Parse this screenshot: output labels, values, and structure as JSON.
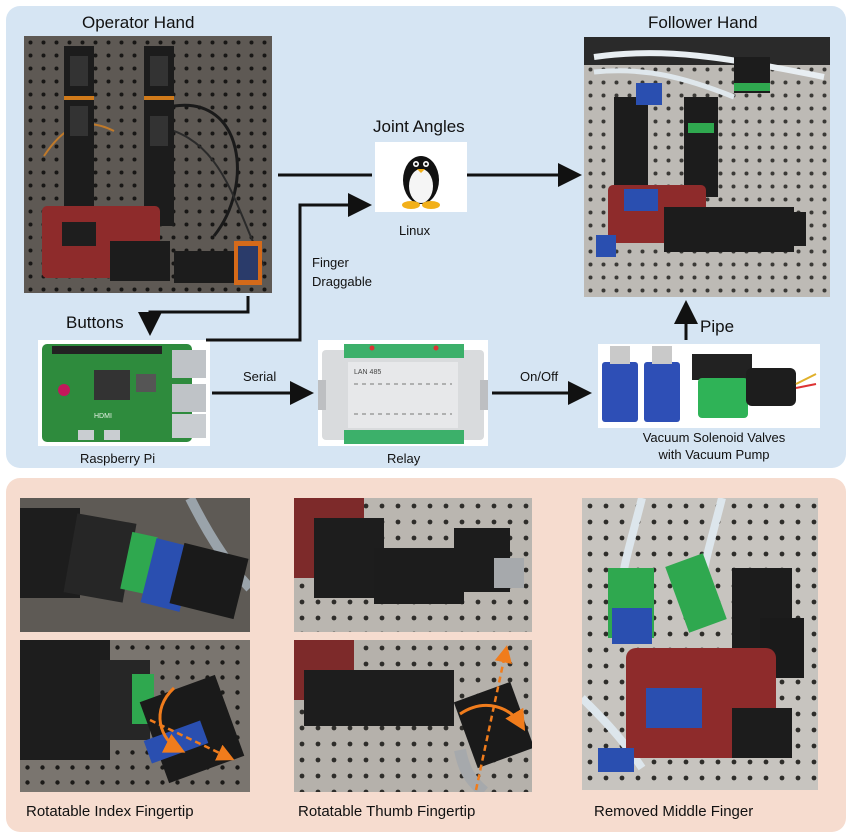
{
  "top": {
    "operator_hand": "Operator Hand",
    "follower_hand": "Follower Hand",
    "joint_angles": "Joint Angles",
    "linux": "Linux",
    "finger_draggable_line1": "Finger",
    "finger_draggable_line2": "Draggable",
    "buttons": "Buttons",
    "raspberry_pi": "Raspberry Pi",
    "serial": "Serial",
    "relay": "Relay",
    "on_off": "On/Off",
    "pipe": "Pipe",
    "vacuum_line1": "Vacuum Solenoid Valves",
    "vacuum_line2": "with Vacuum Pump",
    "relay_board_text": "LAN 485",
    "hdmi_text": "HDMI"
  },
  "bottom": {
    "index_fingertip": "Rotatable Index Fingertip",
    "thumb_fingertip": "Rotatable Thumb Fingertip",
    "removed_middle": "Removed Middle Finger"
  },
  "colors": {
    "top_panel": "#d6e5f3",
    "bottom_panel": "#f6dccf",
    "red_palm": "#8e2b2b",
    "green_part": "#2fa84f",
    "blue_part": "#2a4fb0",
    "arrow": "#111111",
    "rotation_arrow": "#f07c1c"
  },
  "icons": [
    "linux-tux-icon",
    "arrow-icon"
  ]
}
